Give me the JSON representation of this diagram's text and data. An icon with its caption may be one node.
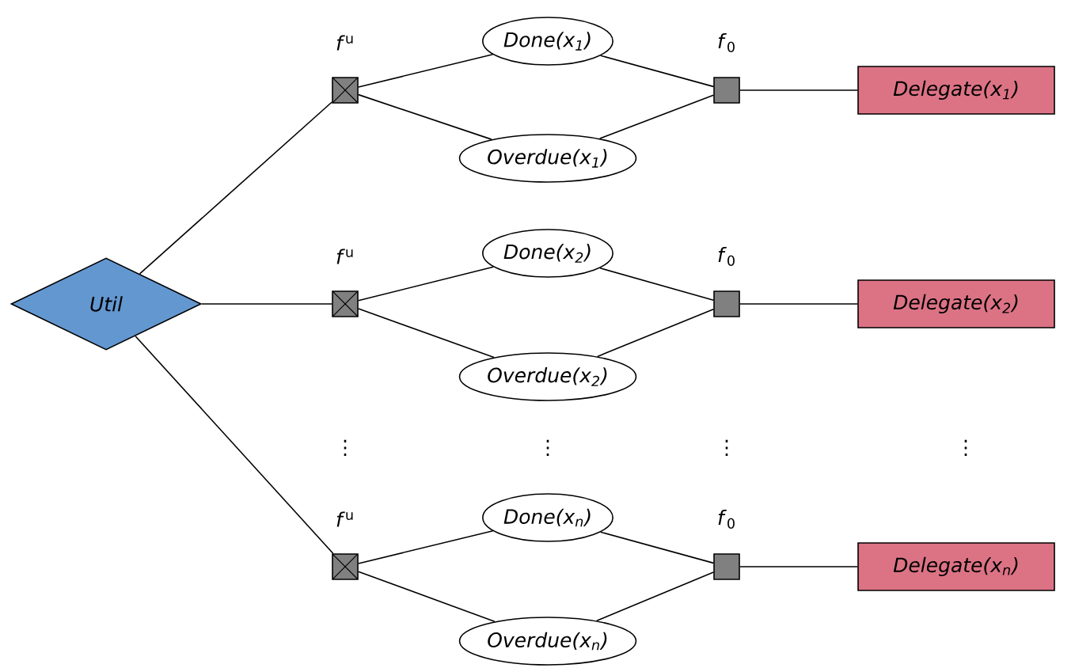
{
  "diagram": {
    "nodes": [
      {
        "text": [
          "*Util*"
        ]
      },
      {
        "text": [],
        "shape": "box",
        "beside": [
          "*f*$^{u}$"
        ]
      },
      {
        "text": [
          "*Done*(*x*$_{1}$)"
        ]
      },
      {
        "text": [
          "*Overdue*(*x*$_{1}$)"
        ]
      },
      {
        "text": [],
        "shape": "box",
        "beside": [
          "*f*$_{0}$"
        ]
      },
      {
        "text": [
          "*Delegate*(*x*$_{1}$)"
        ]
      },
      {
        "text": [],
        "shape": "box",
        "beside": [
          "*f*$^{u}$"
        ]
      },
      {
        "text": [
          "*Done*(*x*$_{2}$)"
        ]
      },
      {
        "text": [
          "*Overdue*(*x*$_{2}$)"
        ]
      },
      {
        "text": [],
        "shape": "box",
        "beside": [
          "*f*$_{0}$"
        ]
      },
      {
        "text": [
          "*Delegate*(*x*$_{2}$)"
        ]
      },
      {
        "text": [],
        "shape": "box",
        "beside": [
          "*f*$^{u}$"
        ]
      },
      {
        "text": [
          "*Done*(*x*$_{n}$)"
        ]
      },
      {
        "text": [
          "*Overdue*(*x*$_{n}$)"
        ]
      },
      {
        "text": [],
        "shape": "box",
        "beside": [
          "*f*$_{0}$"
        ]
      },
      {
        "text": [
          "*Delegate*(*x*$_{n}$)"
        ]
      }
    ],
    "edges": [
      {
        "from": 0,
        "to": 1,
        "arrow": "none"
      },
      {
        "from": 1,
        "to": 2,
        "arrow": "none"
      },
      {
        "from": 1,
        "to": 3,
        "arrow": "none"
      },
      {
        "from": 2,
        "to": 4,
        "arrow": "none"
      },
      {
        "from": 3,
        "to": 4,
        "arrow": "none"
      },
      {
        "from": 4,
        "to": 5,
        "arrow": "none"
      },
      {
        "from": 0,
        "to": 6,
        "arrow": "none"
      },
      {
        "from": 6,
        "to": 7,
        "arrow": "none"
      },
      {
        "from": 6,
        "to": 8,
        "arrow": "none"
      },
      {
        "from": 7,
        "to": 9,
        "arrow": "none"
      },
      {
        "from": 8,
        "to": 9,
        "arrow": "none"
      },
      {
        "from": 9,
        "to": 10,
        "arrow": "none"
      },
      {
        "from": 0,
        "to": 11,
        "arrow": "none"
      },
      {
        "from": 11,
        "to": 12,
        "arrow": "none"
      },
      {
        "from": 11,
        "to": 13,
        "arrow": "none"
      },
      {
        "from": 12,
        "to": 14,
        "arrow": "none"
      },
      {
        "from": 13,
        "to": 14,
        "arrow": "none"
      },
      {
        "from": 14,
        "to": 15,
        "arrow": "none"
      }
    ],
    "labels": [
      "⋮",
      "⋮",
      "⋮",
      "⋮"
    ]
  }
}
